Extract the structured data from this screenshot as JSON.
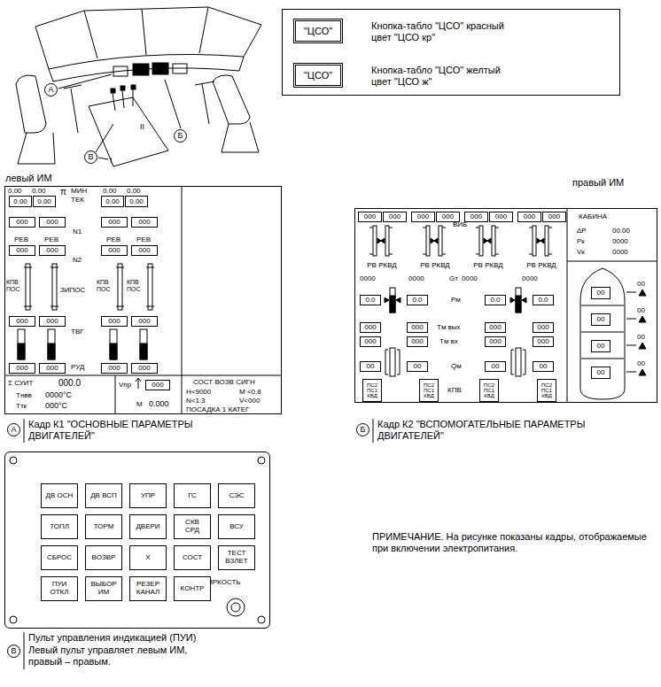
{
  "diagram": {
    "nodes": [
      {
        "text": [
          "Кнопка-табло \"ЦСО\" красный цвет \"ЦСО кр\"",
          "Кнопка-табло \"ЦСО\" желтый цвет \"ЦСО ж\""
        ]
      },
      {
        "text": [
          "\"ЦСО\""
        ],
        "in": 0
      },
      {
        "text": [
          "\"ЦСО\""
        ],
        "in": 0
      },
      {
        "text": [
          "левый ИМ"
        ]
      },
      {
        "text": [
          "0.00"
        ],
        "in": 3
      },
      {
        "text": [
          "0.00"
        ],
        "in": 3
      },
      {
        "text": [
          "0.00"
        ],
        "in": 3
      },
      {
        "text": [
          "0.00"
        ],
        "in": 3
      },
      {
        "text": [
          "000"
        ],
        "in": 3
      },
      {
        "text": [
          "000"
        ],
        "in": 3
      },
      {
        "text": [
          "000"
        ],
        "in": 3
      },
      {
        "text": [
          "000"
        ],
        "in": 3
      },
      {
        "text": [
          "000"
        ],
        "in": 3
      },
      {
        "text": [
          "000"
        ],
        "in": 3
      },
      {
        "text": [
          "000"
        ],
        "in": 3
      },
      {
        "text": [
          "000"
        ],
        "in": 3
      },
      {
        "text": [
          "000"
        ],
        "in": 3
      },
      {
        "text": [
          "000"
        ],
        "in": 3
      },
      {
        "text": [
          "000"
        ],
        "in": 3
      },
      {
        "text": [
          "000"
        ],
        "in": 3
      },
      {
        "text": [
          "000"
        ],
        "in": 3
      },
      {
        "text": [
          "000"
        ],
        "in": 3
      },
      {
        "text": [
          "000"
        ],
        "in": 3
      },
      {
        "text": [
          "000"
        ],
        "in": 3
      },
      {
        "text": [
          "000"
        ],
        "in": 3
      },
      {
        "text": [
          "правый ИМ"
        ]
      },
      {
        "text": [
          "000"
        ],
        "in": 25
      },
      {
        "text": [
          "000"
        ],
        "in": 25
      },
      {
        "text": [
          "000"
        ],
        "in": 25
      },
      {
        "text": [
          "000"
        ],
        "in": 25
      },
      {
        "text": [
          "000"
        ],
        "in": 25
      },
      {
        "text": [
          "000"
        ],
        "in": 25
      },
      {
        "text": [
          "000"
        ],
        "in": 25
      },
      {
        "text": [
          "000"
        ],
        "in": 25
      },
      {
        "text": [
          "0.0"
        ],
        "in": 25
      },
      {
        "text": [
          "0.0"
        ],
        "in": 25
      },
      {
        "text": [
          "0.0"
        ],
        "in": 25
      },
      {
        "text": [
          "0.0"
        ],
        "in": 25
      },
      {
        "text": [
          "000"
        ],
        "in": 25
      },
      {
        "text": [
          "000"
        ],
        "in": 25
      },
      {
        "text": [
          "000"
        ],
        "in": 25
      },
      {
        "text": [
          "000"
        ],
        "in": 25
      },
      {
        "text": [
          "000"
        ],
        "in": 25
      },
      {
        "text": [
          "000"
        ],
        "in": 25
      },
      {
        "text": [
          "000"
        ],
        "in": 25
      },
      {
        "text": [
          "000"
        ],
        "in": 25
      },
      {
        "text": [
          "00"
        ],
        "in": 25
      },
      {
        "text": [
          "00"
        ],
        "in": 25
      },
      {
        "text": [
          "00"
        ],
        "in": 25
      },
      {
        "text": [
          "00"
        ],
        "in": 25
      },
      {
        "text": [
          "ПС2 ПС1 КВД"
        ],
        "in": 25
      },
      {
        "text": [
          "ПС2 ПС1 КВД"
        ],
        "in": 25
      },
      {
        "text": [
          "ПС2 ПС1 КВД"
        ],
        "in": 25
      },
      {
        "text": [
          "ПС2 ПС1 КВД"
        ],
        "in": 25
      },
      {
        "text": [
          "00"
        ],
        "in": 25
      },
      {
        "text": [
          "00"
        ],
        "in": 25
      },
      {
        "text": [
          "00"
        ],
        "in": 25
      },
      {
        "text": [
          "00"
        ],
        "in": 25
      },
      {
        "text": [
          "ЯРКОСТЬ"
        ]
      },
      {
        "text": [
          "ДВ ОСН"
        ],
        "in": 58
      },
      {
        "text": [
          "ДВ ВСП"
        ],
        "in": 58
      },
      {
        "text": [
          "УПР"
        ],
        "in": 58
      },
      {
        "text": [
          "ГС"
        ],
        "in": 58
      },
      {
        "text": [
          "СЭС"
        ],
        "in": 58
      },
      {
        "text": [
          "ТОПЛ"
        ],
        "in": 58
      },
      {
        "text": [
          "ТОРМ"
        ],
        "in": 58
      },
      {
        "text": [
          "ДВЕРИ"
        ],
        "in": 58
      },
      {
        "text": [
          "СКВ СРД"
        ],
        "in": 58
      },
      {
        "text": [
          "ВСУ"
        ],
        "in": 58
      },
      {
        "text": [
          "СБРОС"
        ],
        "in": 58
      },
      {
        "text": [
          "ВОЗВР"
        ],
        "in": 58
      },
      {
        "text": [
          "Х"
        ],
        "in": 58
      },
      {
        "text": [
          "СОСТ"
        ],
        "in": 58
      },
      {
        "text": [
          "ТЕСТ ВЗЛЕТ"
        ],
        "in": 58
      },
      {
        "text": [
          "ПУИ ОТКЛ"
        ],
        "in": 58
      },
      {
        "text": [
          "ВЫБОР ИМ"
        ],
        "in": 58
      },
      {
        "text": [
          "РЕЗЕР КАНАЛ"
        ],
        "in": 58
      },
      {
        "text": [
          "КОНТР"
        ],
        "in": 58
      }
    ],
    "labels": [
      "А",
      "Б",
      "В",
      "II",
      "I",
      "0.00",
      "0.00",
      "π",
      "МИН",
      "0.00",
      "0.00",
      "ТЕК",
      "N1",
      "РЕВ",
      "РЕВ",
      "РЕВ",
      "РЕВ",
      "N2",
      "КПВ ПОС",
      "ЗИПОС",
      "КПВ ПОС",
      "КПВ ПОС",
      "ТВГ",
      "РУД",
      "Σ СУИТ",
      "000.0",
      "Тнвв",
      "0000°С",
      "Ттк",
      "000°С",
      "Vпр",
      "М",
      "0.000",
      "СОСТ ВОЗВ СИГН",
      "H<9000",
      "M <0.8",
      "N<1.3",
      "V<000",
      "ПОСАДКА 1 КАТЕГ",
      "А",
      "Кадр К1 \"ОСНОВНЫЕ ПАРАМЕТРЫ ДВИГАТЕЛЕЙ\"",
      "ВИБ",
      "РВ РКВД",
      "РВ РКВД",
      "РВ РКВД",
      "РВ РКВД",
      "0000",
      "0000",
      "Gт",
      "0000",
      "0000",
      "Pм",
      "Tм вых",
      "Tм вх",
      "Qм",
      "КПВ",
      "КАБИНА",
      "ΔP",
      "00.00",
      "Pк",
      "0000",
      "Vк",
      "0000",
      "00",
      "00",
      "00",
      "00",
      "Б",
      "Кадр К2 \"ВСПОМОГАТЕЛЬНЫЕ ПАРАМЕТРЫ ДВИГАТЕЛЕЙ\"",
      "В",
      "Пульт управления индикацией (ПУИ)",
      "Левый пульт управляет левым ИМ, правый – правым.",
      "ПРИМЕЧАНИЕ. На рисунке показаны кадры, отображаемые при включении электропитания."
    ]
  }
}
